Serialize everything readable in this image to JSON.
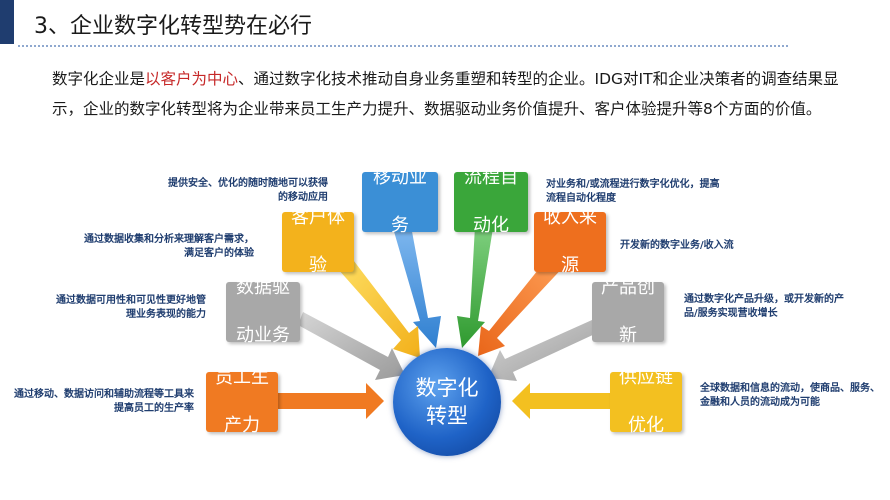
{
  "header": {
    "title": "3、企业数字化转型势在必行"
  },
  "intro": {
    "part1": "数字化企业是",
    "highlight": "以客户为中心",
    "part2": "、通过数字化技术推动自身业务重塑和转型的企业。IDG对IT和企业决策者的调查结果显示，企业的数字化转型将为企业带来员工生产力提升、数据驱动业务价值提升、客户体验提升等8个方面的价值。"
  },
  "diagram": {
    "center": {
      "line1": "数字化",
      "line2": "转型"
    },
    "nodes": {
      "mobile": {
        "line1": "移动业",
        "line2": "务",
        "color": "#3b8fd6",
        "desc": "提供安全、优化的随时随地可以获得的移动应用"
      },
      "workflow": {
        "line1": "流程自",
        "line2": "动化",
        "color": "#3aa63a",
        "desc": "对业务和/或流程进行数字化优化，提高流程自动化程度"
      },
      "customer": {
        "line1": "客户体",
        "line2": "验",
        "color": "#f3b21c",
        "desc": "通过数据收集和分析来理解客户需求，满足客户的体验"
      },
      "revenue": {
        "line1": "收入来",
        "line2": "源",
        "color": "#ee6f1e",
        "desc": "开发新的数字业务/收入流"
      },
      "data": {
        "line1": "数据驱",
        "line2": "动业务",
        "color": "#a8a8a8",
        "desc": "通过数据可用性和可见性更好地管理业务表现的能力"
      },
      "product": {
        "line1": "产品创",
        "line2": "新",
        "color": "#a8a8a8",
        "desc": "通过数字化产品升级，或开发新的产品/服务实现营收增长"
      },
      "employee": {
        "line1": "员工生",
        "line2": "产力",
        "color": "#f07a22",
        "desc": "通过移动、数据访问和辅助流程等工具来提高员工的生产率"
      },
      "supply": {
        "line1": "供应链",
        "line2": "优化",
        "color": "#f3c020",
        "desc": "全球数据和信息的流动，使商品、服务、金融和人员的流动成为可能"
      }
    }
  }
}
